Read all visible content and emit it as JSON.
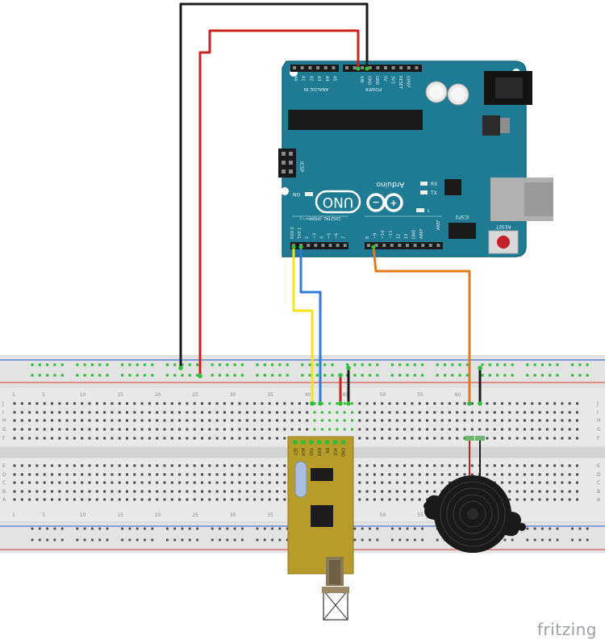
{
  "watermark": "fritzing",
  "arduino": {
    "model_text": "UNO",
    "brand_text": "Arduino",
    "digital_label": "DIGITAL (PWM=~)",
    "on_label": "ON",
    "l_label": "L",
    "tx_label": "TX",
    "rx_label": "RX",
    "icsp_label": "ICSP",
    "icsp2_label": "ICSP2",
    "reset_label": "RESET",
    "aref_label": "AREF",
    "analog_label": "ANALOG IN",
    "power_label": "POWER",
    "power_pins": [
      "IOREF",
      "RESET",
      "3V3",
      "5V",
      "GND",
      "GND",
      "VIN"
    ],
    "analog_pins": [
      "A0",
      "A1",
      "A2",
      "A3",
      "A4",
      "A5"
    ],
    "digital_pins": [
      "RX0 0",
      "TX0 1",
      "2",
      "~3",
      "4",
      "~5",
      "~6",
      "7",
      "8",
      "~9",
      "~10",
      "~11",
      "12",
      "13",
      "GND",
      "AREF"
    ]
  },
  "breadboard": {
    "rows_top": [
      "J",
      "I",
      "H",
      "G",
      "F"
    ],
    "rows_bottom": [
      "E",
      "D",
      "C",
      "B",
      "A"
    ],
    "col_numbers": [
      "1",
      "5",
      "10",
      "15",
      "20",
      "25",
      "30",
      "35",
      "40",
      "45",
      "50",
      "55",
      "60"
    ]
  },
  "module": {
    "pins": [
      "SET",
      "AUX",
      "TXD",
      "RXD",
      "EN",
      "VCC",
      "GND"
    ]
  },
  "wires": {
    "colors": {
      "black": "#1c1c1c",
      "red": "#cc1f1f",
      "yellow": "#f5e21b",
      "blue": "#2f7bd8",
      "orange": "#e07b1a"
    }
  }
}
